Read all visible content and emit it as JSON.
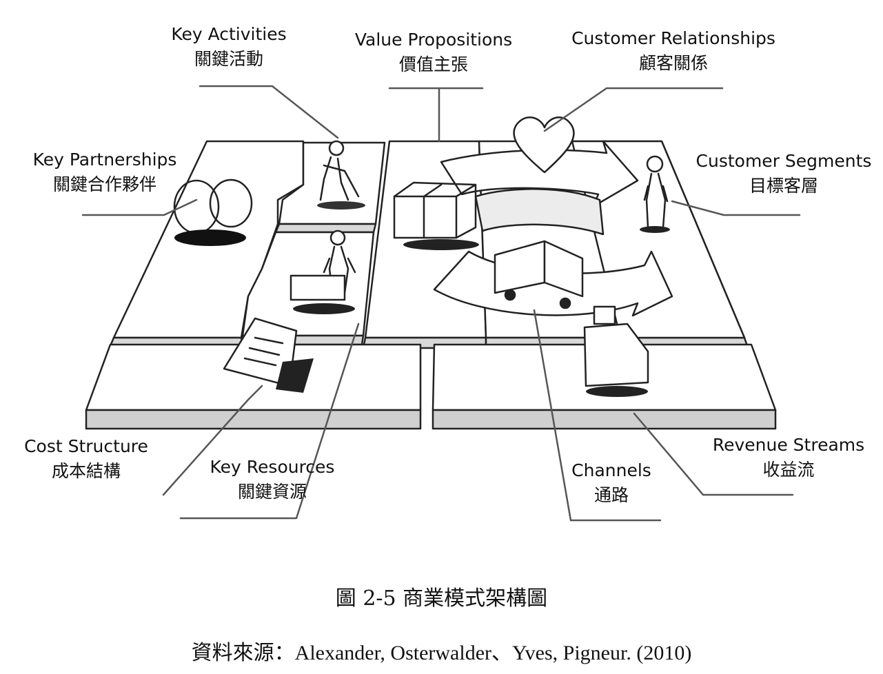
{
  "labels": {
    "key_activities": {
      "en": "Key Activities",
      "zh": "關鍵活動"
    },
    "value_propositions": {
      "en": "Value Propositions",
      "zh": "價值主張"
    },
    "customer_relationships": {
      "en": "Customer Relationships",
      "zh": "顧客關係"
    },
    "key_partnerships": {
      "en": "Key Partnerships",
      "zh": "關鍵合作夥伴"
    },
    "customer_segments": {
      "en": "Customer Segments",
      "zh": "目標客層"
    },
    "cost_structure": {
      "en": "Cost Structure",
      "zh": "成本結構"
    },
    "key_resources": {
      "en": "Key Resources",
      "zh": "關鍵資源"
    },
    "channels": {
      "en": "Channels",
      "zh": "通路"
    },
    "revenue_streams": {
      "en": "Revenue Streams",
      "zh": "收益流"
    }
  },
  "caption": "圖 2-5 商業模式架構圖",
  "source": "資料來源：Alexander, Osterwalder、Yves, Pigneur. (2010)"
}
